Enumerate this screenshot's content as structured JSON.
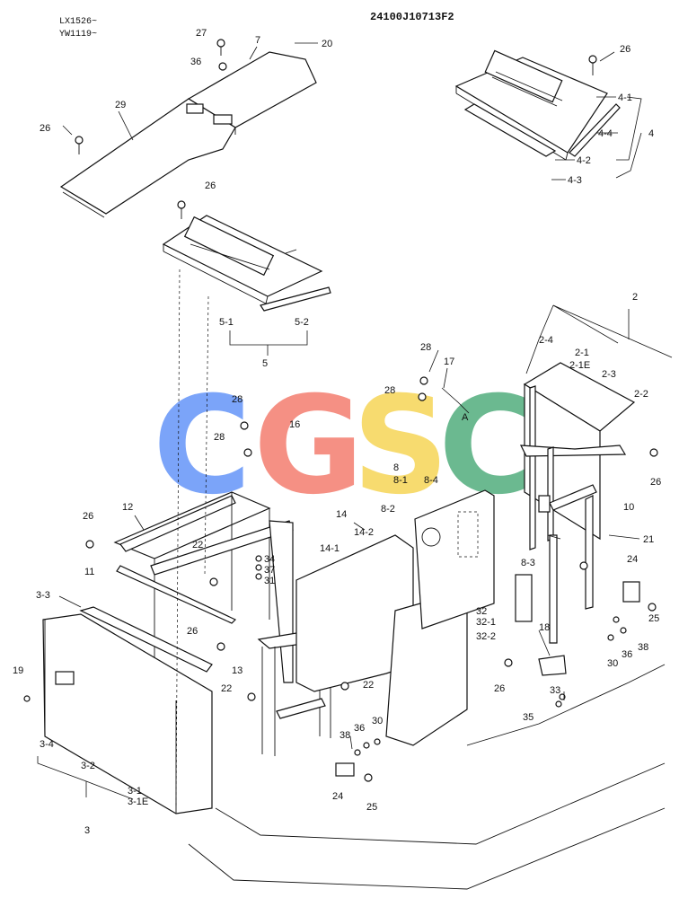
{
  "header": {
    "models": [
      "LX1526~",
      "YW1119~"
    ],
    "drawing_code": "24100J10713F2"
  },
  "watermark": {
    "letters": [
      "C",
      "G",
      "S",
      "C"
    ],
    "colors": [
      "#4f86f7",
      "#f26b5b",
      "#f5cf3f",
      "#3aa26b"
    ]
  },
  "callouts": [
    "27",
    "7",
    "20",
    "36",
    "29",
    "26",
    "26",
    "26",
    "4-1",
    "4-4",
    "4",
    "4-2",
    "4-3",
    "5-1",
    "5-2",
    "5",
    "2",
    "2-4",
    "2-1",
    "2-1E",
    "2-3",
    "2-2",
    "28",
    "17",
    "28",
    "A",
    "28",
    "16",
    "28",
    "8",
    "8-1",
    "8-4",
    "8-2",
    "14",
    "14-2",
    "14-1",
    "12",
    "26",
    "11",
    "22",
    "34",
    "37",
    "31",
    "3-3",
    "26",
    "13",
    "22",
    "19",
    "3-4",
    "3-2",
    "3-1",
    "3-1E",
    "3",
    "38",
    "36",
    "30",
    "24",
    "25",
    "22",
    "26",
    "10",
    "21",
    "24",
    "25",
    "38",
    "36",
    "30",
    "8-3",
    "32",
    "32-1",
    "32-2",
    "18",
    "26",
    "33",
    "35"
  ]
}
